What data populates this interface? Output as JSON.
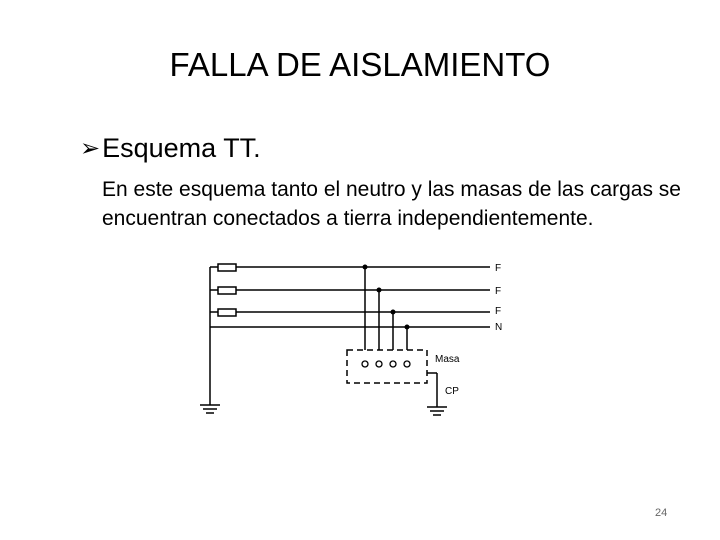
{
  "slide": {
    "title": "FALLA DE AISLAMIENTO",
    "bullet_icon": "arrow-bullet-icon",
    "bullet": "Esquema TT.",
    "paragraph": "En este esquema tanto el neutro y las masas de las cargas se encuentran conectados a tierra independientemente.",
    "page_number": "24"
  },
  "diagram": {
    "lines": [
      "F",
      "F",
      "F",
      "N"
    ],
    "masa_label": "Masa",
    "cp_label": "CP"
  }
}
